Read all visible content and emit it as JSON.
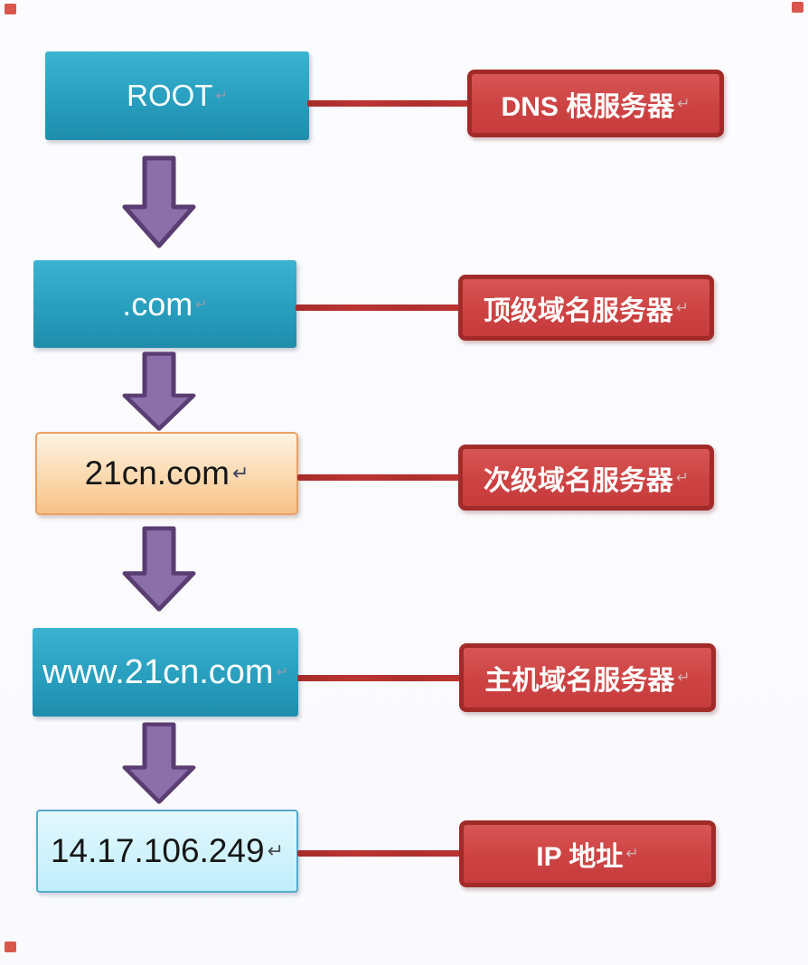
{
  "diagram": {
    "type": "flowchart",
    "description_rows": [
      {
        "node": "ROOT",
        "label": "DNS 根服务器",
        "node_style": "teal"
      },
      {
        "node": ".com",
        "label": "顶级域名服务器",
        "node_style": "teal"
      },
      {
        "node": "21cn.com",
        "label": "次级域名服务器",
        "node_style": "orange"
      },
      {
        "node": "www.21cn.com",
        "label": "主机域名服务器",
        "node_style": "teal"
      },
      {
        "node": "14.17.106.249",
        "label": "IP 地址",
        "node_style": "cyan"
      }
    ],
    "return_mark": "↵",
    "arrow_direction": "down",
    "colors": {
      "teal_node_top": "#3cb3d2",
      "teal_node_bottom": "#1f8dac",
      "orange_node_top": "#fdf3e3",
      "orange_node_bottom": "#f8c189",
      "orange_node_border": "#e9a266",
      "cyan_node_top": "#e3f8fe",
      "cyan_node_bottom": "#c0eefa",
      "cyan_node_border": "#52abce",
      "label_fill": "#ce4444",
      "label_border": "#a22a28",
      "connector_line": "#b23230",
      "arrow_fill": "#8b6fa8",
      "arrow_border": "#5a3d72",
      "corner_mark": "#d2382e",
      "background": "#fbfbfd"
    }
  }
}
